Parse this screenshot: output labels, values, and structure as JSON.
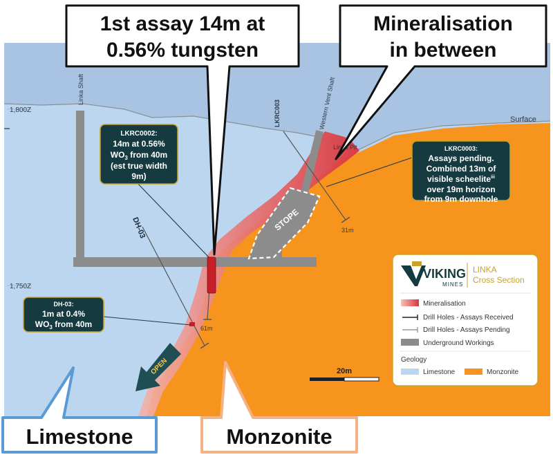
{
  "callouts": {
    "first_assay_line1": "1st assay 14m at",
    "first_assay_line2": "0.56% tungsten",
    "mineralisation_line1": "Mineralisation",
    "mineralisation_line2": "in between",
    "limestone": "Limestone",
    "monzonite": "Monzonite"
  },
  "elevations": {
    "upper": "1,800Z",
    "lower": "1,750Z"
  },
  "labels": {
    "surface": "Surface",
    "linka_shaft": "Linka Shaft",
    "western_vent_shaft": "Western Vent Shaft",
    "linka_pit": "Linka Pit",
    "lkrc003": "LKRC003",
    "dh03": "DH-03",
    "stope": "STOPE",
    "open": "OPEN",
    "depth_31m": "31m",
    "depth_61m": "61m",
    "scale_bar": "20m"
  },
  "boxes": {
    "lkrc0002": {
      "title": "LKRC0002:",
      "line1": "14m at 0.56%",
      "line2_prefix": "WO",
      "line2_sub": "3",
      "line2_suffix": " from 40m",
      "line3": "(est true width",
      "line4": "9m)"
    },
    "lkrc0003": {
      "title": "LKRC0003:",
      "line1": "Assays pending.",
      "line2": "Combined 13m of",
      "line3_prefix": "visible scheelite",
      "line3_sup": "iii",
      "line4": "over 19m horizon",
      "line5": "from 9m downhole"
    },
    "dh03": {
      "title": "DH-03:",
      "line1": "1m at 0.4%",
      "line2_prefix": "WO",
      "line2_sub": "3",
      "line2_suffix": " from 40m"
    }
  },
  "legend": {
    "brand_name": "VIKING",
    "brand_sub": "MINES",
    "title_line1": "LINKA",
    "title_line2": "Cross Section",
    "items": [
      {
        "label": "Mineralisation"
      },
      {
        "label": "Drill Holes - Assays Received"
      },
      {
        "label": "Drill Holes - Assays Pending"
      },
      {
        "label": "Underground Workings"
      }
    ],
    "geology_title": "Geology",
    "geology_items": [
      {
        "label": "Limestone",
        "color": "#bcd6f0"
      },
      {
        "label": "Monzonite",
        "color": "#f7941d"
      }
    ]
  },
  "colors": {
    "limestone": "#bcd6f0",
    "monzonite": "#f7941d",
    "mineralisation": "#d9363e",
    "workings": "#8c8c8c",
    "box_fill": "#153a3f",
    "box_border": "#c9a227",
    "sky": "#b9cfe6",
    "callout_blue": "#5b9bd5",
    "callout_orange": "#f4b183"
  }
}
